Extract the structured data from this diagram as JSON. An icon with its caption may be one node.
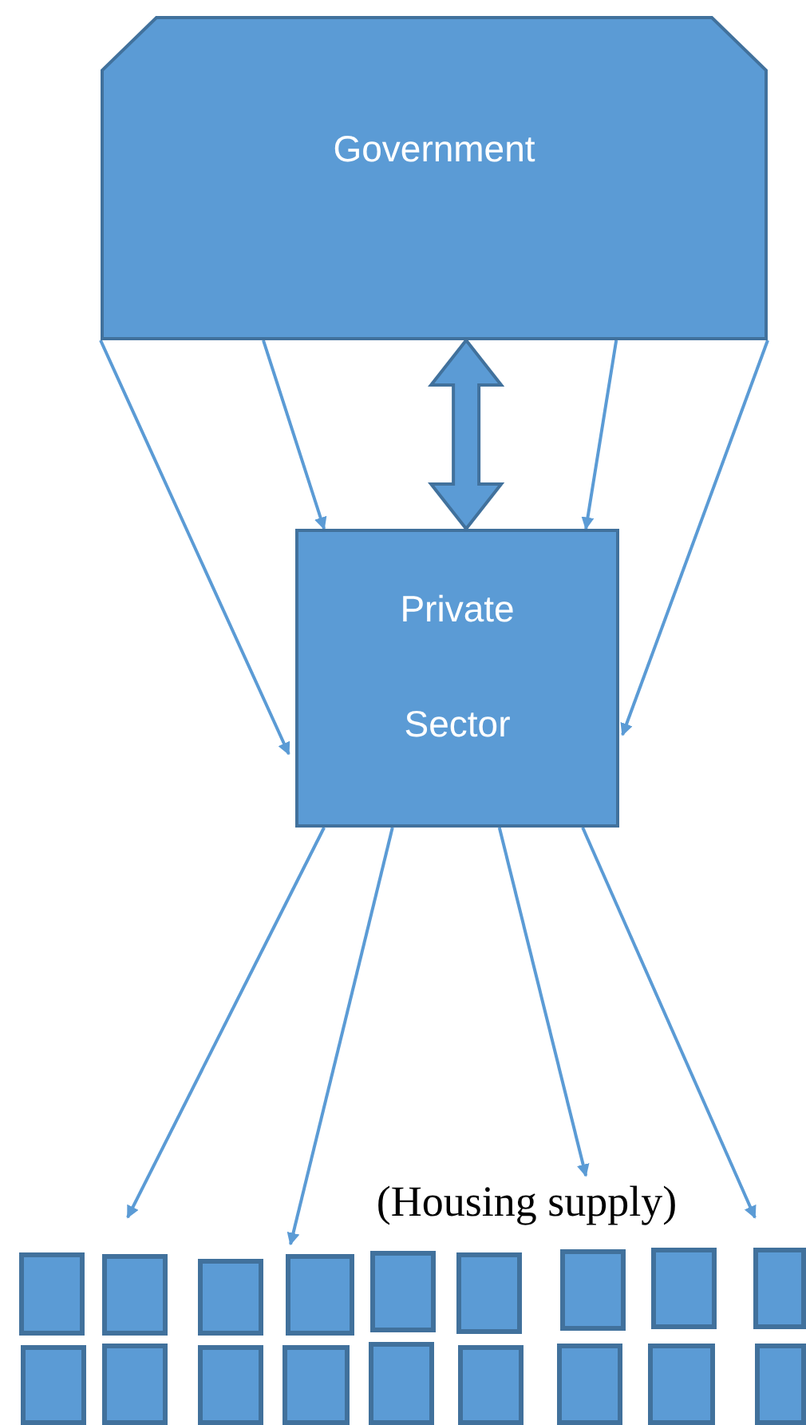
{
  "diagram": {
    "nodes": [
      {
        "text": [
          "Government"
        ]
      },
      {
        "text": [
          "Private Sector"
        ]
      },
      {
        "text": [],
        "shape": "box"
      },
      {
        "text": [],
        "shape": "box"
      },
      {
        "text": [],
        "shape": "box"
      },
      {
        "text": [],
        "shape": "box"
      },
      {
        "text": [],
        "shape": "box"
      },
      {
        "text": [],
        "shape": "box"
      },
      {
        "text": [],
        "shape": "box"
      },
      {
        "text": [],
        "shape": "box"
      },
      {
        "text": [],
        "shape": "box"
      },
      {
        "text": [],
        "shape": "box"
      },
      {
        "text": [],
        "shape": "box"
      },
      {
        "text": [],
        "shape": "box"
      },
      {
        "text": [],
        "shape": "box"
      },
      {
        "text": [],
        "shape": "box"
      },
      {
        "text": [],
        "shape": "box"
      },
      {
        "text": [],
        "shape": "box"
      },
      {
        "text": [],
        "shape": "box"
      },
      {
        "text": [],
        "shape": "box"
      },
      {
        "text": [
          "(Housing supply)"
        ]
      }
    ],
    "edges": [
      {
        "from": 0,
        "to": 1,
        "arrow": "to"
      },
      {
        "from": 0,
        "to": 1,
        "arrow": "to"
      },
      {
        "from": 0,
        "to": 1,
        "arrow": "both",
        "style": "thick"
      },
      {
        "from": 0,
        "to": 1,
        "arrow": "to"
      },
      {
        "from": 0,
        "to": 1,
        "arrow": "to"
      },
      {
        "from": 1,
        "to": 3,
        "arrow": "to"
      },
      {
        "from": 1,
        "to": 5,
        "arrow": "to"
      },
      {
        "from": 1,
        "to": 20,
        "arrow": "to"
      },
      {
        "from": 1,
        "to": 10,
        "arrow": "to"
      }
    ]
  }
}
